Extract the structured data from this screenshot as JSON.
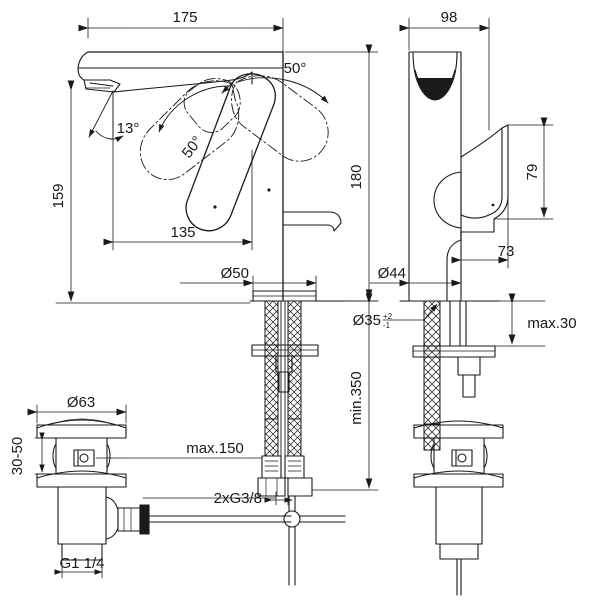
{
  "drawing": {
    "type": "technical-dimension-drawing",
    "subject": "Single-lever basin mixer tap with pop-up waste",
    "units": "mm",
    "line_color": "#1a1a1a",
    "background_color": "#ffffff",
    "views": [
      {
        "id": "front-view",
        "label": "front elevation of mixer tap"
      },
      {
        "id": "side-view",
        "label": "side elevation of mixer tap"
      },
      {
        "id": "waste-section-view",
        "label": "pop-up waste section, left"
      },
      {
        "id": "waste-front-view",
        "label": "pop-up waste front, right"
      }
    ]
  },
  "dimensions": {
    "overall_width": "175",
    "side_width": "98",
    "spout_height": "159",
    "body_height": "180",
    "projection": "135",
    "lever_height": "79",
    "lever_projection": "73",
    "base_diameter": "Ø50",
    "base_diameter_side": "Ø44",
    "hole_diameter_value": "Ø35",
    "hole_tolerance_plus": "+2",
    "hole_tolerance_minus": "-1",
    "worktop_thickness": "max.30",
    "hose_length": "min.350",
    "waste_flange_diameter": "Ø63",
    "waste_adjust_range": "30-50",
    "waste_rod_length": "max.150",
    "supply_thread": "2xG3/8",
    "waste_thread": "G1 1/4",
    "spout_angle": "13°",
    "lever_angle_left": "50°",
    "lever_angle_right": "50°"
  }
}
